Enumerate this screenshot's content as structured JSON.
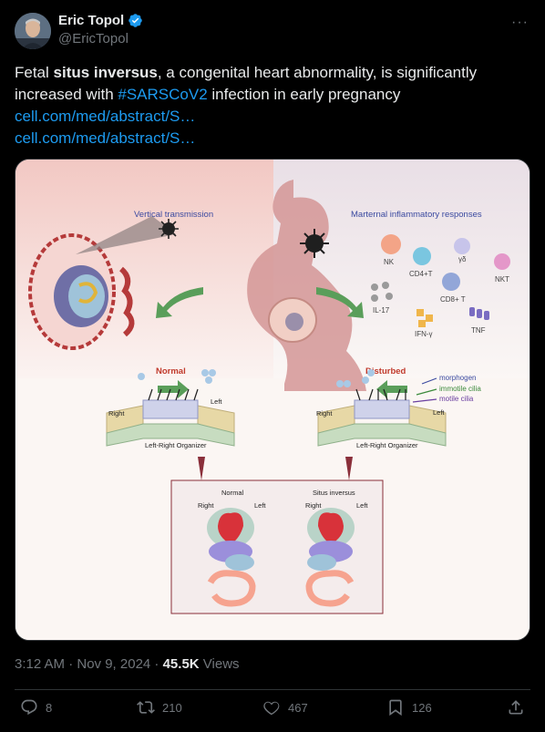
{
  "author": {
    "name": "Eric Topol",
    "handle": "@EricTopol"
  },
  "more_label": "···",
  "tweet": {
    "text_1": "Fetal ",
    "text_bold": "situs inversus",
    "text_2": ", a congenital heart abnormality, is significantly increased with ",
    "hashtag": "#SARSCoV2",
    "text_3": " infection in early pregnancy",
    "links": [
      "cell.com/med/abstract/S…",
      "cell.com/med/abstract/S…"
    ]
  },
  "figure": {
    "vertical_transmission": "Vertical transmission",
    "maternal_responses": "Marternal inflammatory responses",
    "cells": [
      "NK",
      "CD4+T",
      "γδ",
      "NKT",
      "CD8+ T",
      "IL-17",
      "IFN-γ",
      "TNF"
    ],
    "normal": "Normal",
    "disturbed": "Disturbed",
    "right": "Right",
    "left": "Left",
    "organizer": "Left-Right Organizer",
    "legend": [
      "morphogen",
      "immotile cilia",
      "motile cilia"
    ],
    "inset_normal": "Normal",
    "inset_situs": "Situs inversus"
  },
  "meta": {
    "time": "3:12 AM · Nov 9, 2024 · ",
    "views_count": "45.5K",
    "views_label": " Views"
  },
  "actions": {
    "replies": "8",
    "reposts": "210",
    "likes": "467",
    "bookmarks": "126"
  },
  "colors": {
    "link": "#1d9bf0",
    "muted": "#71767b",
    "text": "#e7e9ea"
  }
}
